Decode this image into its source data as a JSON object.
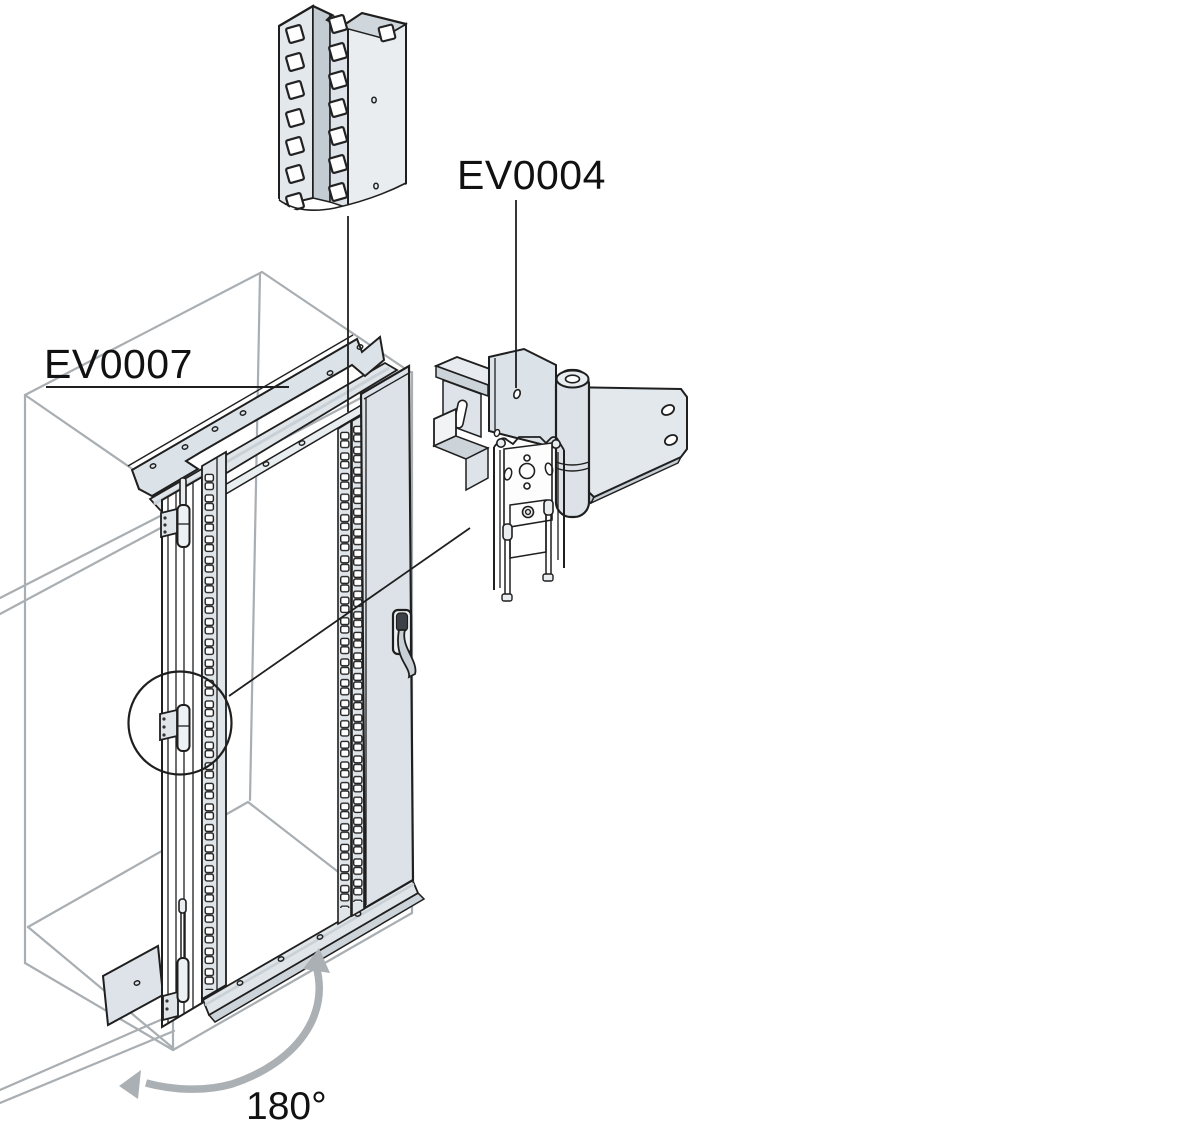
{
  "diagram": {
    "type": "technical-assembly-diagram",
    "subject": "enclosure 180-degree door hinge installation",
    "labels": {
      "top_bracket_part": "EV0007",
      "hinge_kit_part": "EV0004",
      "door_opening_angle": "180°"
    },
    "parts": [
      {
        "id": "EV0007",
        "name": "top-and-bottom-fixing-bracket"
      },
      {
        "id": "EV0004",
        "name": "180-degree-hinge-assembly"
      },
      {
        "name": "perforated-upright-profile"
      },
      {
        "name": "cabinet-enclosure-wireframe"
      },
      {
        "name": "door-frame-with-perforated-rails"
      },
      {
        "name": "door-handle"
      }
    ],
    "colors": {
      "metal_fill": "#dde3e8",
      "metal_light": "#e9edf0",
      "metal_shade": "#c7cfd5",
      "outline": "#1f1f1f",
      "wireframe_gray": "#a9aeb2",
      "arrow_gray": "#abb0b5",
      "background": "#ffffff"
    }
  }
}
